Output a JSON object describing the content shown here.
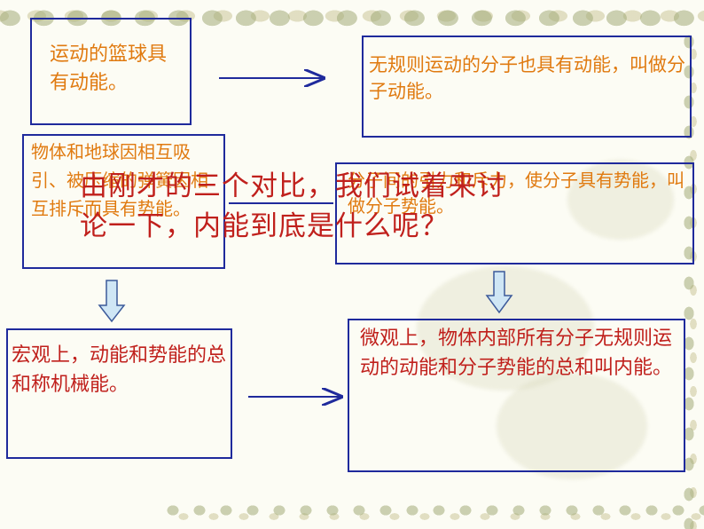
{
  "boxes": {
    "box1": "运动的篮球具有动能。",
    "box2": "无规则运动的分子也具有动能，叫做分子动能。",
    "box3": "物体和地球因相互吸引、被压缩的弹簧因相互排斥而具有势能。",
    "box4": "分子间的引力和斥力，使分子具有势能，叫做分子势能。",
    "box5": "宏观上，动能和势能的总和称机械能。",
    "box6": "微观上，物体内部所有分子无规则运动的动能和分子势能的总和叫内能。"
  },
  "overlay": {
    "line1": "由刚才的三个对比，我们试着来讨",
    "line2": "论一下，内能到底是什么呢？"
  },
  "colors": {
    "box_border": "#1f2a9c",
    "body_text": "#e07a10",
    "highlight_text": "#c0201c",
    "arrow": "#1f2a9c",
    "block_arrow_fill": "#cfe6f5",
    "block_arrow_stroke": "#3c5a9a"
  }
}
